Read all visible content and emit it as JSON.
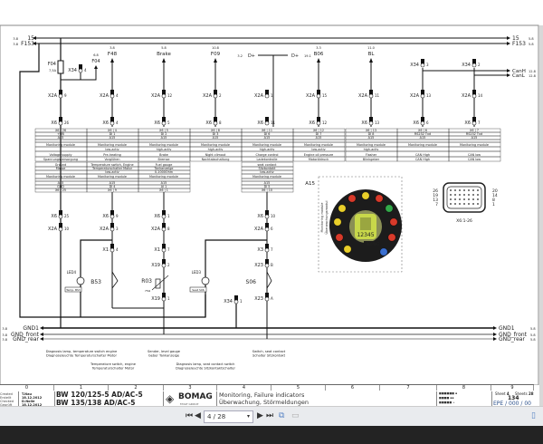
{
  "buses": {
    "top": [
      {
        "ref": "3.8",
        "name": "15",
        "right_ref": "5.8"
      },
      {
        "ref": "3.8",
        "name": "F153",
        "right_ref": "5.8"
      }
    ],
    "bottom": [
      {
        "ref": "3.8",
        "name": "GND1",
        "right_ref": "5.8"
      },
      {
        "ref": "3.8",
        "name": "GND_front",
        "right_ref": "5.8"
      },
      {
        "ref": "3.8",
        "name": "GND_rear",
        "right_ref": "5.8"
      }
    ],
    "can": [
      {
        "name": "CanH",
        "ref": "12.8"
      },
      {
        "name": "CanL",
        "ref": "12.8"
      }
    ],
    "dplus": {
      "ref": "3.2",
      "name": "D+",
      "out": "D+",
      "out_ref": "19.1"
    }
  },
  "fuse": {
    "name": "F04",
    "rating": "7,5A",
    "out_ref": "6.8",
    "out_name": "F04",
    "connector": "X34",
    "pin": "4"
  },
  "columns": [
    {
      "ref": "",
      "name": "",
      "x2a": "9",
      "x6": "26",
      "pin": "X6 | 26",
      "sig": "+UB",
      "mod": "A15",
      "mm": "Monitoring module",
      "act": "",
      "en": "Voltage supply",
      "de": "Spannungsversorgung"
    },
    {
      "ref": "3.8",
      "name": "F48",
      "x2a": "4",
      "x6": "4",
      "pin": "X6 | 4",
      "sig": "DI 1",
      "mod": "A15",
      "mm": "Monitoring module",
      "act": "low-activ",
      "en": "Pre-heating",
      "de": "Vorglühen"
    },
    {
      "ref": "5.8",
      "name": "Brake",
      "x2a": "12",
      "x6": "5",
      "pin": "X6 | 5",
      "sig": "DI 2",
      "mod": "A15",
      "mm": "Monitoring module",
      "act": "high-activ",
      "en": "Brake",
      "de": "Bremse"
    },
    {
      "ref": "10.8",
      "name": "F09",
      "x2a": "2",
      "x6": "8",
      "pin": "X6 | 8",
      "sig": "DI 3",
      "mod": "A15",
      "mm": "Monitoring module",
      "act": "high-activ",
      "en": "Night climout",
      "de": "Nachtabschaltung"
    },
    {
      "ref": "",
      "name": "",
      "x2a": "1",
      "x6": "11",
      "pin": "X6 | 11",
      "sig": "DI 6",
      "mod": "A15",
      "mm": "Monitoring module",
      "act": "high-activ",
      "en": "Charge control",
      "de": "Ladekontrolle"
    },
    {
      "ref": "3.3",
      "name": "B06",
      "x2a": "15",
      "x6": "12",
      "pin": "X6 | 12",
      "sig": "DI 7",
      "mod": "A15",
      "mm": "Monitoring module",
      "act": "low-activ",
      "en": "Engine oil pressure",
      "de": "Motoröldruck"
    },
    {
      "ref": "11.0",
      "name": "BL",
      "x2a": "11",
      "x6": "13",
      "pin": "X6 | 13",
      "sig": "DI 8",
      "mod": "A15",
      "mm": "Monitoring module",
      "act": "high-activ",
      "en": "Flasher",
      "de": "Blinkgeber"
    },
    {
      "ref": "",
      "name": "X34",
      "top_pin": "3",
      "x2a": "13",
      "x6": "6",
      "pin": "X6 | 6",
      "sig": "RS232 Txd",
      "mod": "A15",
      "mm": "Monitoring module",
      "act": "",
      "en": "CAN High",
      "de": "CAN High"
    },
    {
      "ref": "",
      "name": "X34",
      "top_pin": "2",
      "x2a": "14",
      "x6": "7",
      "pin": "X6 | 7",
      "sig": "RS232 Txd",
      "mod": "A15",
      "mm": "Monitoring module",
      "act": "",
      "en": "CAN low",
      "de": "CAN low"
    }
  ],
  "lower_tables": [
    {
      "col": 0,
      "en": "Ground",
      "de": "Masse",
      "act": "",
      "mm": "Monitoring module",
      "mod": "A15",
      "sig": "GND",
      "pin": "X6 | 25"
    },
    {
      "col": 1,
      "en": "Temperature switch, Engine",
      "de": "Temperaturschalter Motor",
      "act": "low-activ",
      "mm": "Monitoring module",
      "mod": "A15",
      "sig": "DI 4",
      "pin": "X6 | 9"
    },
    {
      "col": 2,
      "en": "Fuel gauge",
      "de": "Tankanzeige",
      "act": "0-1000Ohm",
      "mm": "Monitoring module",
      "mod": "A15",
      "sig": "AI 1",
      "pin": "X6 | 1"
    },
    {
      "col": 4,
      "en": "seat contact",
      "de": "Sitzkontakt",
      "act": "low-activ",
      "mm": "Monitoring module",
      "mod": "A15",
      "sig": "DI 5",
      "pin": "X6 | 10"
    }
  ],
  "lower_connectors": [
    {
      "col": 0,
      "items": [
        "X6 25",
        "X2A 10"
      ]
    },
    {
      "col": 1,
      "items": [
        "X6 9",
        "X2A 3",
        "X1 4"
      ]
    },
    {
      "col": 2,
      "items": [
        "X6 1",
        "X2A 8",
        "X1 7",
        "X19 2",
        "X19 1"
      ]
    },
    {
      "col": 4,
      "items": [
        "X6 10",
        "X2A 6",
        "X3 7",
        "X23 B",
        "X23 A"
      ]
    }
  ],
  "components": {
    "led4": "LED4",
    "led4_box": "Temp. BS3",
    "b53": "B53",
    "r03": "R03",
    "r03_val": "75Ω",
    "led3": "LED3",
    "led3_box": "Seat S06",
    "s06": "S06",
    "x34_1": "X34 1"
  },
  "captions": [
    {
      "en": "Diagnosis lamp, temperature switch engine",
      "de": "Diagnoseleuchte Temperaturschalter Motor"
    },
    {
      "en": "Temperature switch, engine",
      "de": "Temperaturschalter Motor"
    },
    {
      "en": "Sender, level gauge",
      "de": "Geber Tankanzeige"
    },
    {
      "en": "Diagnosis lamp, seat contact switch",
      "de": "Diagnoseleuchte Sitzkontaktschalter"
    },
    {
      "en": "Switch, seat contact",
      "de": "Schalter Sitzkontakt"
    }
  ],
  "module": {
    "name": "A15",
    "label": "Monitoring module",
    "label_de": "Überwachungsmodul",
    "display": "12345",
    "brand": "BOMAG",
    "connector": "X6:1-26",
    "pin_labels_left": [
      "26",
      "19",
      "13",
      "7"
    ],
    "pin_labels_right": [
      "20",
      "14",
      "8",
      "1"
    ]
  },
  "titleblock": {
    "columns": [
      "0",
      "1",
      "2",
      "3",
      "4",
      "5",
      "6",
      "7",
      "8",
      "9"
    ],
    "created_label": "Created",
    "created_label_de": "Erstellt",
    "created_by": "T.Nau",
    "created_date": "18.12.2012",
    "checked_label": "Checked",
    "checked_label_de": "Geprüft",
    "checked_by": "D.Nolle",
    "checked_date": "18.12.2012",
    "model1": "BW 120/125-5 AD/AC-5",
    "model2": "BW 135/138 AD/AC-5",
    "brand": "BOMAG",
    "brand_sub": "FAYAT GROUP",
    "title_en": "Monitoring, Failure indicators",
    "title_de": "Überwachung, Störmeldungen",
    "sheet_label": "Sheet",
    "sheet": "4",
    "sheets_label": "Sheets",
    "sheets": "28",
    "number": "134",
    "doc": "EPE / 000 / 00"
  },
  "toolbar": {
    "page": "4 / 28",
    "first": "⏮",
    "prev": "◀",
    "next": "▶",
    "last": "⏭"
  },
  "colors": {
    "accent": "#2a6fb0",
    "wire": "#111111",
    "toolbar": "#e9ebee"
  }
}
